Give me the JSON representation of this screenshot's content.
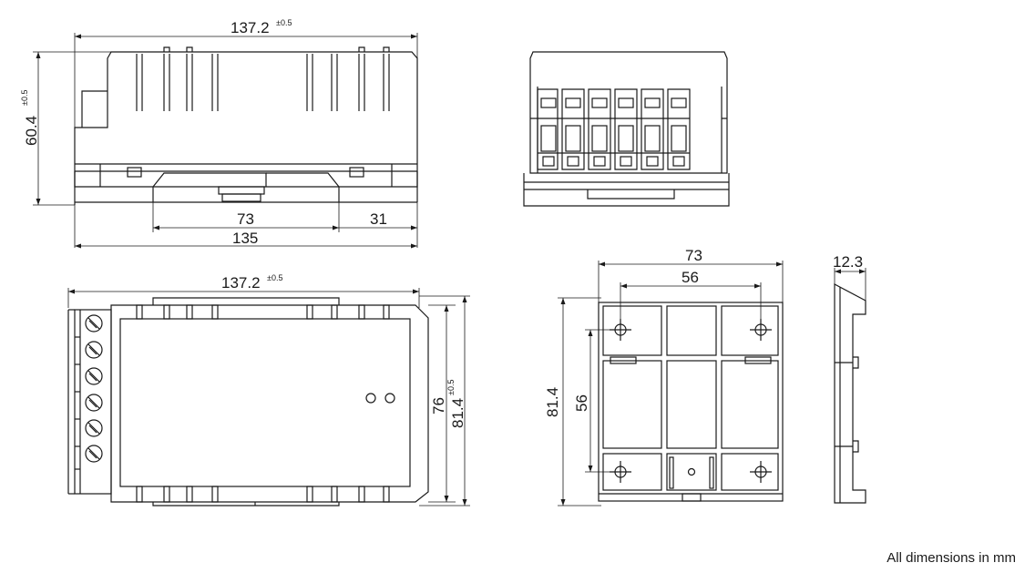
{
  "dimensions": {
    "front_width": "137.2",
    "front_width_tol": "±0.5",
    "front_height": "60.4",
    "front_height_tol": "±0.5",
    "rail_width": "73",
    "offset": "31",
    "overall_base": "135",
    "top_width": "137.2",
    "top_width_tol": "±0.5",
    "top_depth_inner": "76",
    "top_depth": "81.4",
    "top_depth_tol": "±0.5",
    "base_width": "73",
    "hole_spacing_h": "56",
    "base_height": "81.4",
    "hole_spacing_v": "56",
    "side_depth": "12.3"
  },
  "note": "All dimensions in mm"
}
